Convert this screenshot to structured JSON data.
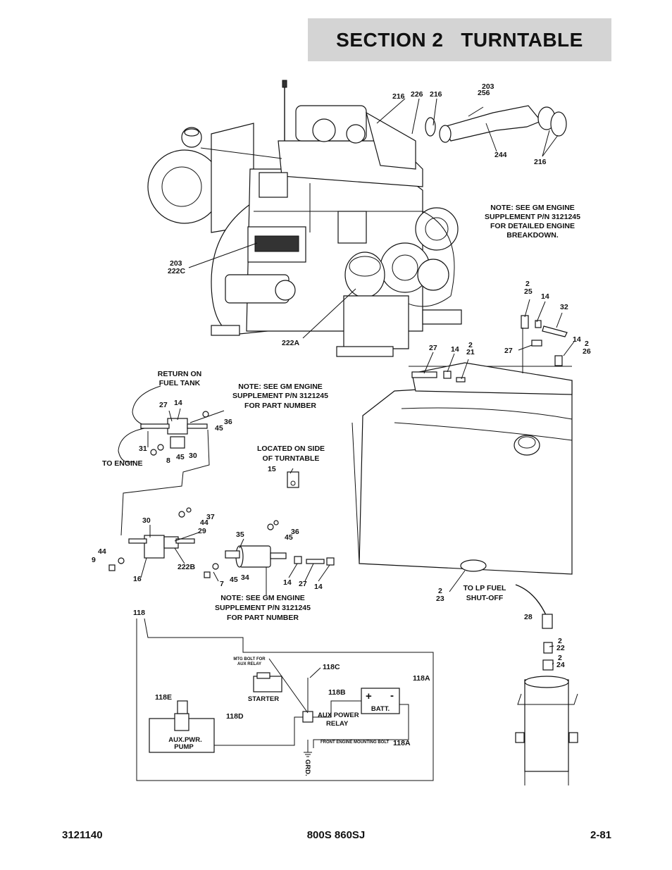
{
  "header": {
    "title": "SECTION 2   TURNTABLE"
  },
  "notes": {
    "engine_supplement": [
      "NOTE: SEE GM ENGINE",
      "SUPPLEMENT P/N 3121245",
      "FOR DETAILED ENGINE",
      "BREAKDOWN."
    ],
    "part_number_1": [
      "NOTE: SEE GM ENGINE",
      "SUPPLEMENT P/N 3121245",
      "FOR PART NUMBER"
    ],
    "part_number_2": [
      "NOTE: SEE GM ENGINE",
      "SUPPLEMENT P/N 3121245",
      "FOR PART NUMBER"
    ],
    "return_on_fuel_tank": [
      "RETURN ON",
      "FUEL TANK"
    ],
    "to_engine": "TO ENGINE",
    "located_on_side": [
      "LOCATED ON SIDE",
      "OF TURNTABLE"
    ],
    "to_lp_fuel_shutoff": [
      "TO LP FUEL",
      "SHUT-OFF"
    ]
  },
  "callouts": {
    "c203_top": "203",
    "c256": "256",
    "c216_a": "216",
    "c226": "226",
    "c216_b": "216",
    "c244": "244",
    "c216_c": "216",
    "c203_222c": [
      "203",
      "222C"
    ],
    "c222a": "222A",
    "c2_25": [
      "2",
      "25"
    ],
    "c14_a": "14",
    "c32": "32",
    "c27_a": "27",
    "c14_2_26": "14",
    "c2_26": [
      "2",
      "26"
    ],
    "c27_b": "27",
    "c14_b": "14",
    "c2_21": [
      "2",
      "21"
    ],
    "c27_c": "27",
    "c14_c": "14",
    "c36_a": "36",
    "c45_a": "45",
    "c31": "31",
    "c8": "8",
    "c45_b": "45",
    "c30_a": "30",
    "c15": "15",
    "c30_b": "30",
    "c37": "37",
    "c44_a": "44",
    "c29": "29",
    "c44_b": "44",
    "c9": "9",
    "c16": "16",
    "c222b": "222B",
    "c35": "35",
    "c36_b": "36",
    "c45_c": "45",
    "c7": "7",
    "c45_d": "45",
    "c34": "34",
    "c14_d": "14",
    "c27_d": "27",
    "c14_e": "14",
    "c2_23": [
      "2",
      "23"
    ],
    "c28": "28",
    "c2_22": [
      "2",
      "22"
    ],
    "c2_24": [
      "2",
      "24"
    ]
  },
  "wiring": {
    "c118": "118",
    "c118c": "118C",
    "c118a_top": "118A",
    "c118b": "118B",
    "c118e": "118E",
    "c118d": "118D",
    "c118a_bottom": "118A",
    "mtg_bolt": [
      "MTG BOLT FOR",
      "AUX RELAY"
    ],
    "starter": "STARTER",
    "batt": "BATT.",
    "plus": "+",
    "minus": "-",
    "aux_power_relay": [
      "AUX POWER",
      "RELAY"
    ],
    "aux_pwr_pump": [
      "AUX.PWR.",
      "PUMP"
    ],
    "front_engine_mounting_bolt": "FRONT ENGINE MOUNTING BOLT",
    "grd": "GRD."
  },
  "footer": {
    "left": "3121140",
    "center": "800S 860SJ",
    "right": "2-81"
  }
}
